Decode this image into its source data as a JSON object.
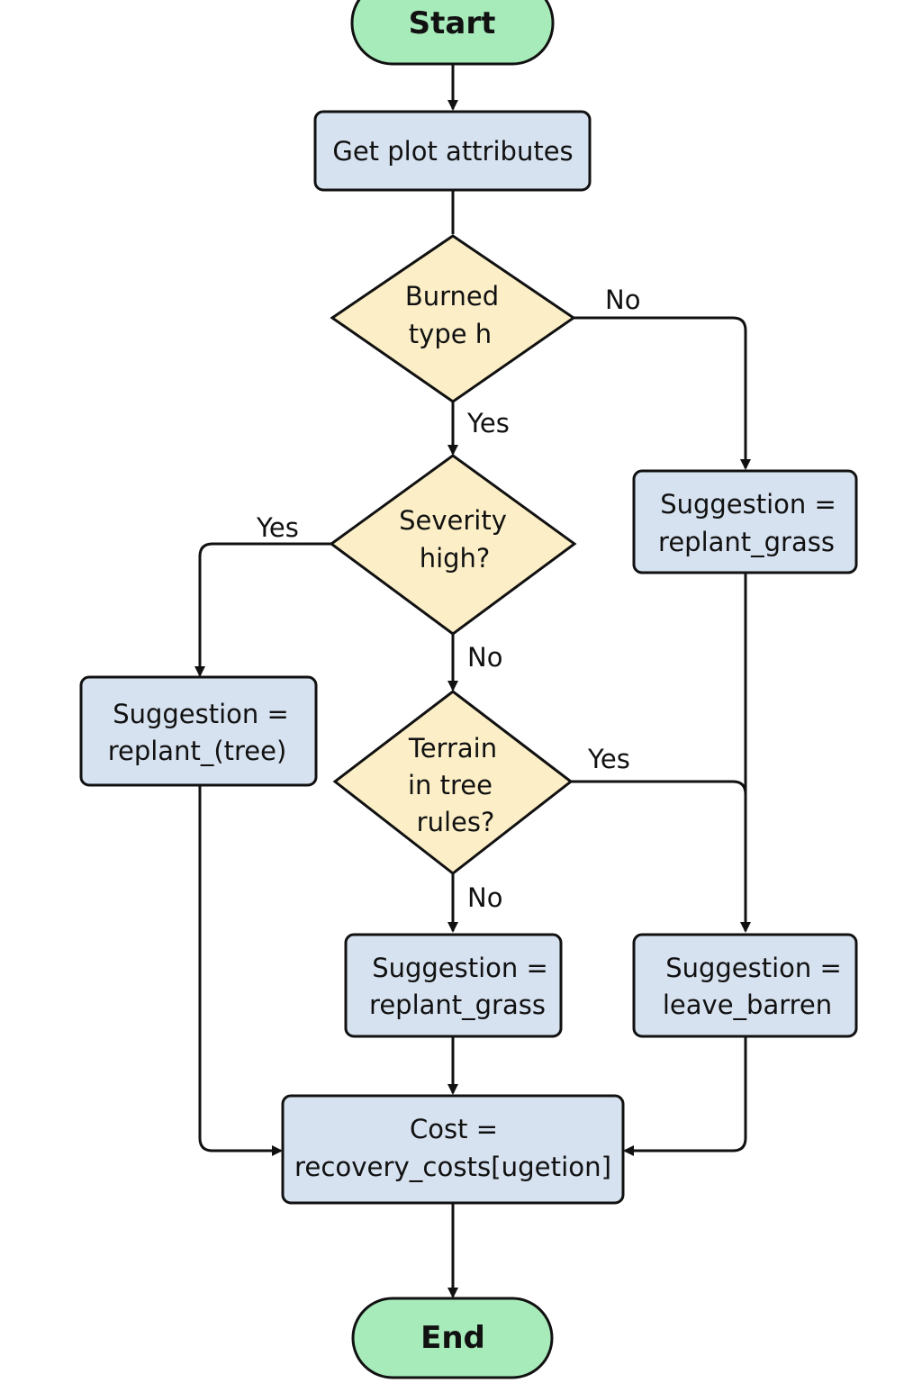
{
  "colors": {
    "terminal_fill": "#a8ebbb",
    "process_fill": "#d7e2f0",
    "decision_fill": "#fcefc7",
    "stroke": "#111111"
  },
  "nodes": {
    "start": {
      "label": "Start"
    },
    "get_attributes": {
      "label": "Get plot attributes"
    },
    "burned_type": {
      "lines": [
        "Burned",
        "type h"
      ]
    },
    "severity_high": {
      "lines": [
        "Severity",
        "high?"
      ]
    },
    "terrain_rules": {
      "lines": [
        "Terrain",
        "in tree",
        "rules?"
      ]
    },
    "suggest_grass_right": {
      "lines": [
        "Suggestion =",
        "replant_grass"
      ]
    },
    "suggest_tree": {
      "lines": [
        "Suggestion =",
        "replant_(tree)"
      ]
    },
    "suggest_grass_center": {
      "lines": [
        "Suggestion =",
        "replant_grass"
      ]
    },
    "suggest_barren": {
      "lines": [
        "Suggestion =",
        "leave_barren"
      ]
    },
    "cost": {
      "lines": [
        "Cost =",
        "recovery_costs[ugetion]"
      ]
    },
    "end": {
      "label": "End"
    }
  },
  "edges": {
    "burned_no": "No",
    "burned_yes": "Yes",
    "severity_yes": "Yes",
    "severity_no": "No",
    "terrain_yes": "Yes",
    "terrain_no": "No"
  }
}
